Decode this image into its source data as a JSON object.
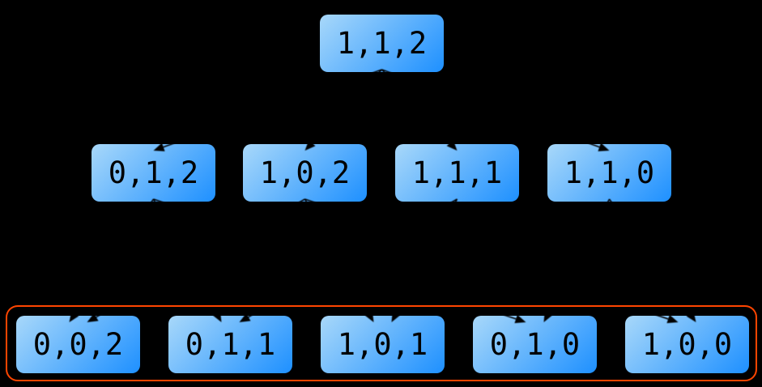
{
  "diagram": {
    "type": "tree",
    "background_color": "#000000",
    "node_style": {
      "fill_gradient_start": "#a8d8fa",
      "fill_gradient_end": "#1e90ff",
      "text_color": "#000000"
    },
    "edge_color": "#000000",
    "highlight_box": {
      "color": "#ff4500"
    },
    "rows": [
      {
        "nodes": [
          {
            "label": "1,1,2"
          }
        ]
      },
      {
        "nodes": [
          {
            "label": "0,1,2"
          },
          {
            "label": "1,0,2"
          },
          {
            "label": "1,1,1"
          },
          {
            "label": "1,1,0"
          }
        ]
      },
      {
        "highlighted": true,
        "nodes": [
          {
            "label": "0,0,2"
          },
          {
            "label": "0,1,1"
          },
          {
            "label": "1,0,1"
          },
          {
            "label": "0,1,0"
          },
          {
            "label": "1,0,0"
          }
        ]
      }
    ],
    "edges": [
      [
        "1,1,2",
        "0,1,2"
      ],
      [
        "1,1,2",
        "1,0,2"
      ],
      [
        "1,1,2",
        "1,1,1"
      ],
      [
        "1,1,2",
        "1,1,0"
      ],
      [
        "0,1,2",
        "0,0,2"
      ],
      [
        "0,1,2",
        "0,1,1"
      ],
      [
        "0,1,2",
        "0,1,0"
      ],
      [
        "1,0,2",
        "0,0,2"
      ],
      [
        "1,0,2",
        "1,0,1"
      ],
      [
        "1,0,2",
        "1,0,0"
      ],
      [
        "1,1,1",
        "0,1,1"
      ],
      [
        "1,1,1",
        "1,0,1"
      ],
      [
        "1,1,0",
        "0,1,0"
      ],
      [
        "1,1,0",
        "1,0,0"
      ]
    ]
  }
}
